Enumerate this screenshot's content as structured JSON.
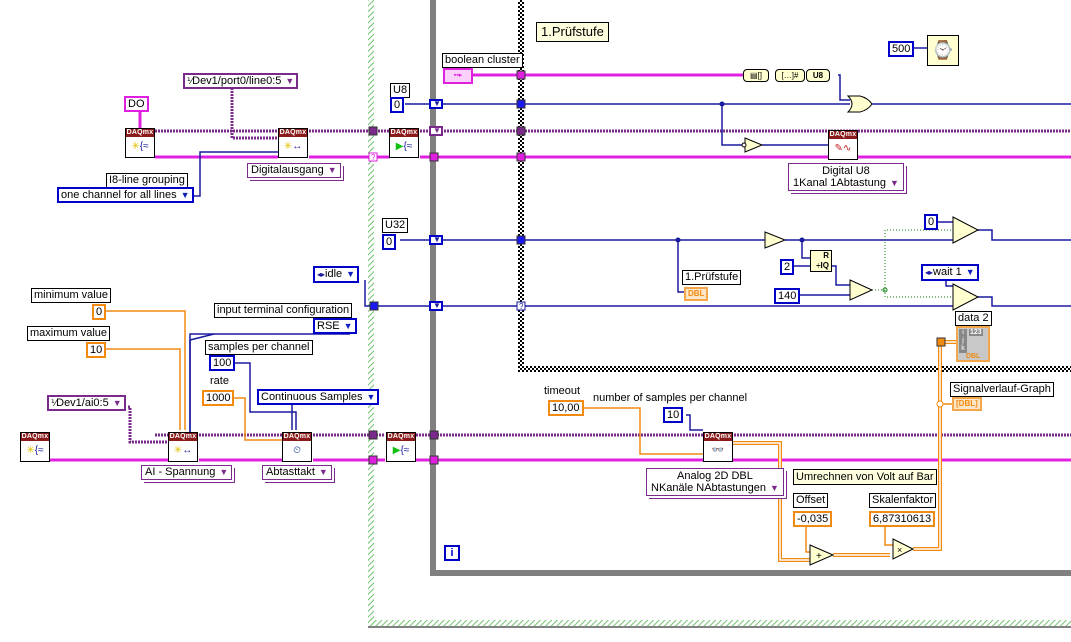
{
  "diagram": {
    "type": "LabVIEW block diagram",
    "comments": {
      "case_label": "1.Prüfstufe",
      "conversion_note": "Umrechnen von Volt auf Bar"
    },
    "digital_section": {
      "channel_type_constant": "DO",
      "physical_channel": "Dev1/port0/line0:5",
      "line_grouping_label": "I8-line grouping",
      "line_grouping_value": "one channel for all lines",
      "create_channel_polymorph": "Digitalausgang",
      "shift_register_u8_label": "U8",
      "shift_register_u8_value": "0",
      "boolean_cluster_label": "boolean cluster",
      "write_polymorph_line1": "Digital U8",
      "write_polymorph_line2": "1Kanal 1Abtastung",
      "wait_ms": "500",
      "u8_conversion": "U8"
    },
    "analog_section": {
      "min_label": "minimum value",
      "min_value": "0",
      "max_label": "maximum value",
      "max_value": "10",
      "physical_channel": "Dev1/ai0:5",
      "terminal_config_label": "input terminal configuration",
      "terminal_config_value": "RSE",
      "samples_label": "samples per channel",
      "samples_value": "100",
      "rate_label": "rate",
      "rate_value": "1000",
      "sample_mode": "Continuous Samples",
      "create_channel_polymorph": "AI - Spannung",
      "timing_polymorph": "Abtasttakt",
      "timeout_label": "timeout",
      "timeout_value": "10,00",
      "read_samples_label": "number of samples per channel",
      "read_samples_value": "10",
      "read_polymorph_line1": "Analog 2D DBL",
      "read_polymorph_line2": "NKanäle NAbtastungen",
      "offset_label": "Offset",
      "offset_value": "-0,035",
      "scale_label": "Skalenfaktor",
      "scale_value": "6,87310613"
    },
    "state_section": {
      "counter_label": "U32",
      "counter_value": "0",
      "state_value": "idle",
      "next_state_value": "wait 1",
      "zero_const": "0",
      "divisor_const": "2",
      "threshold_const": "140",
      "indicator_label": "1.Prüfstufe",
      "array_indicator_label": "data 2",
      "graph_label": "Signalverlauf-Graph",
      "dbl_tag": "DBL",
      "array_index_tag": "123"
    },
    "loop": {
      "iteration_terminal": "i"
    },
    "vi_header": "DAQmx",
    "colors": {
      "refnum_wire": "#7a2a8a",
      "error_wire": "#e020e0",
      "integer_wire": "#1a1aa0",
      "double_wire": "#f08a10",
      "vi_header": "#8b1a1a",
      "while_loop": "#808080",
      "sequence": "#88cc88"
    }
  }
}
